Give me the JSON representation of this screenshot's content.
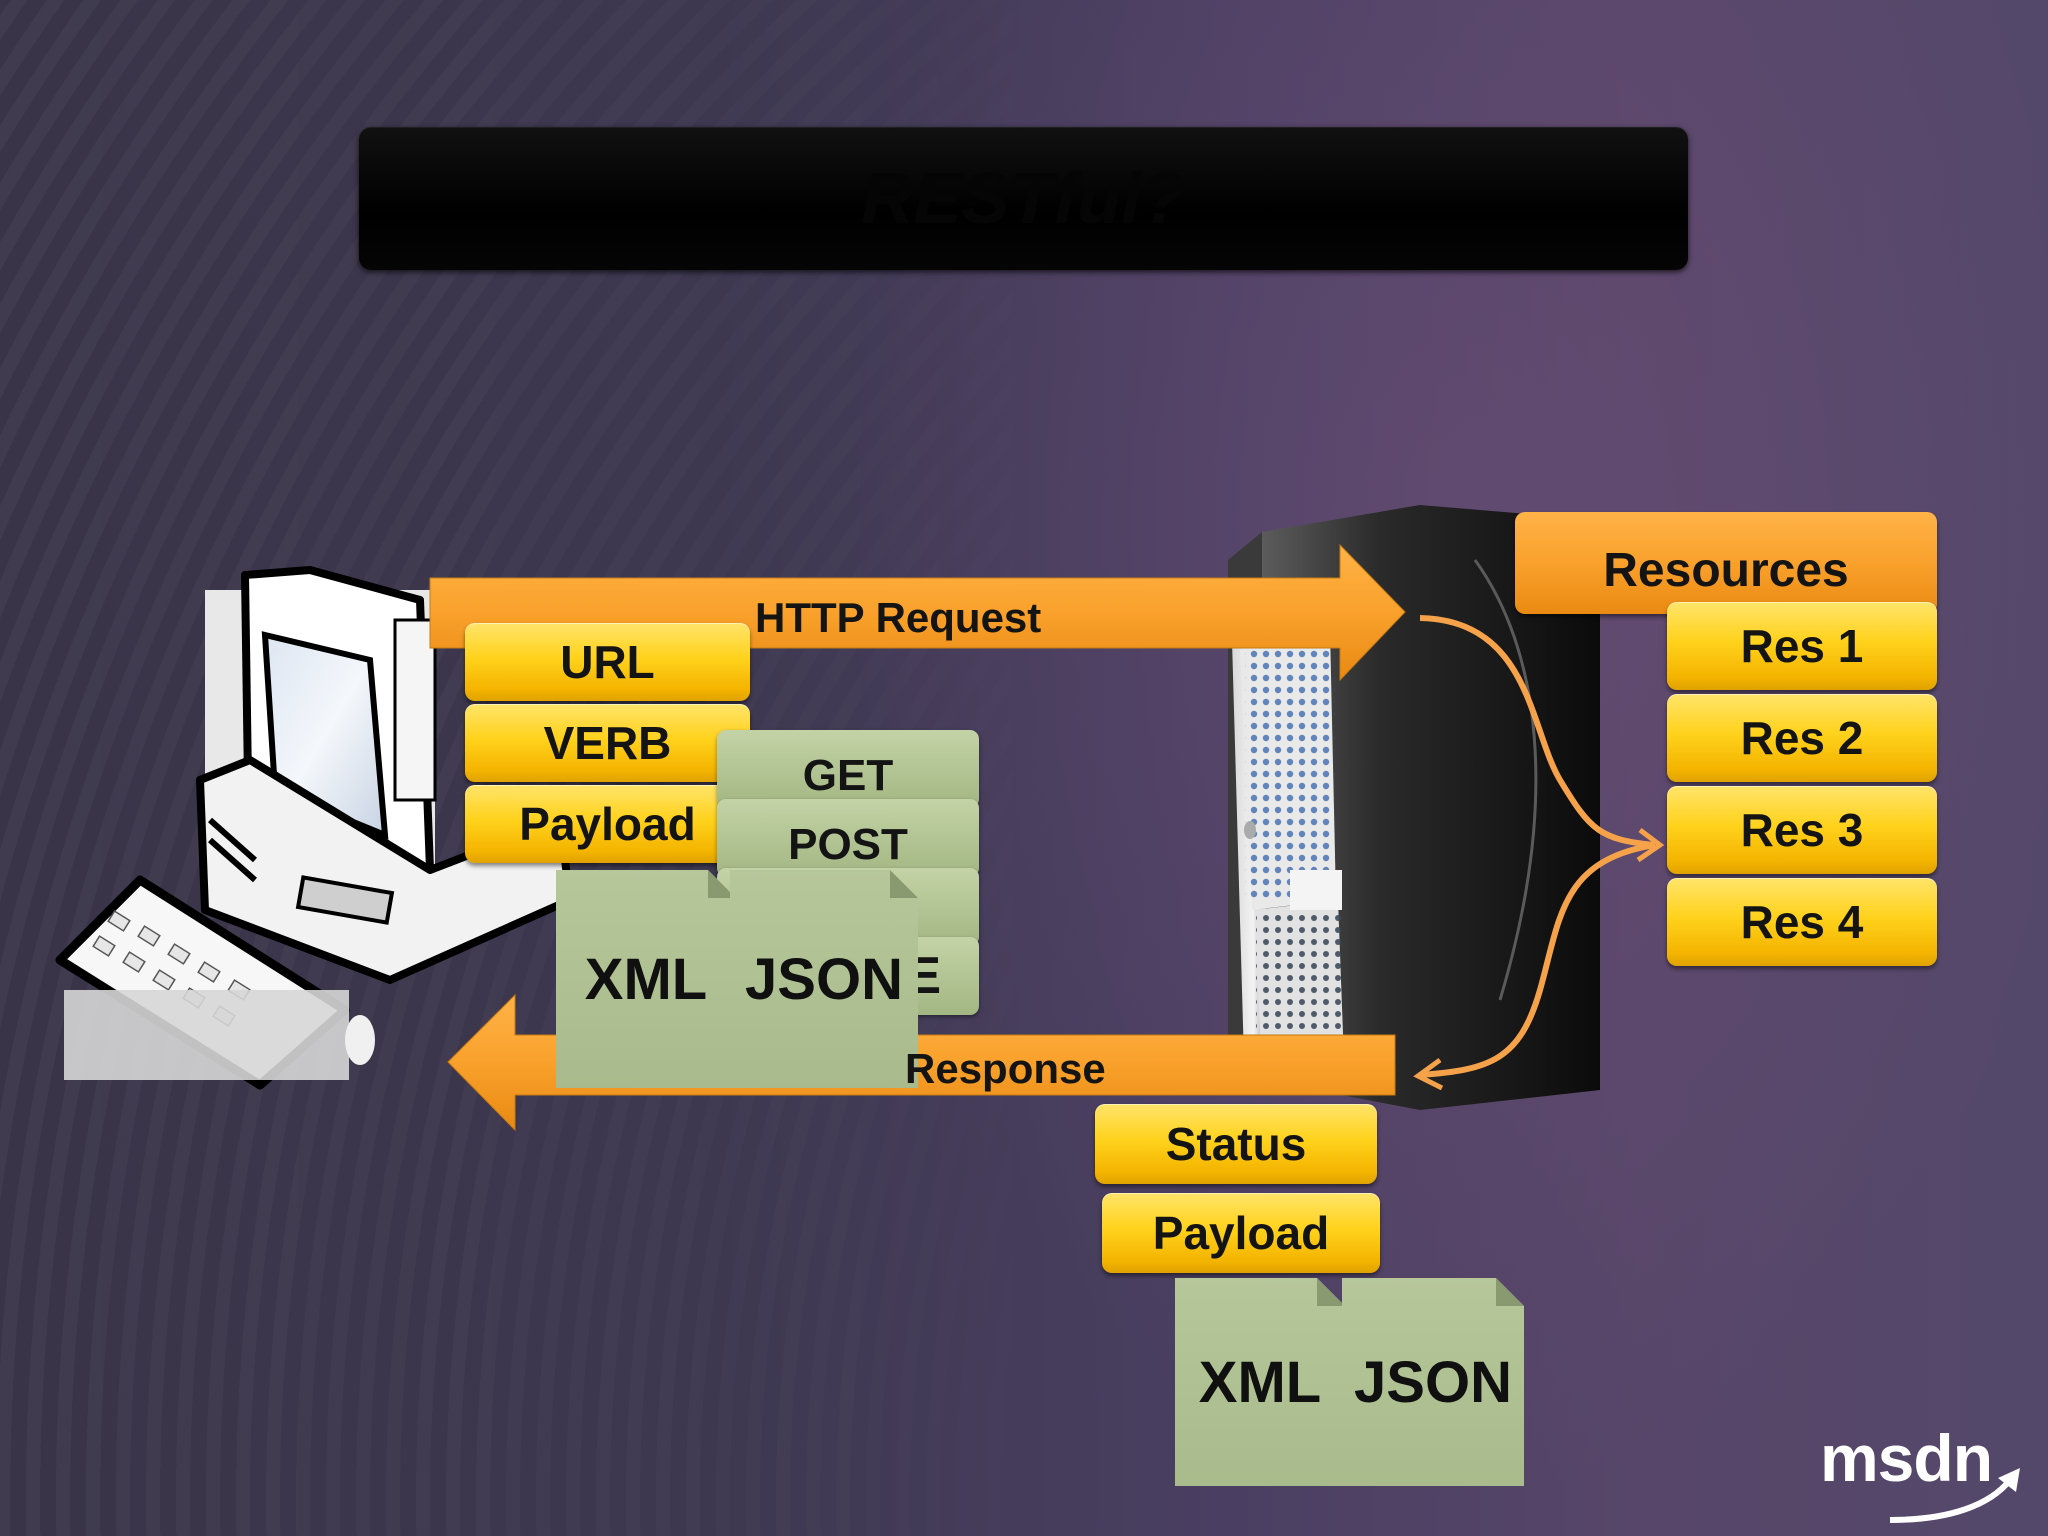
{
  "title": "RESTful?",
  "request": {
    "arrow_label": "HTTP Request",
    "items": [
      "URL",
      "VERB",
      "Payload"
    ],
    "verbs": [
      "GET",
      "POST",
      "",
      "E"
    ],
    "formats": [
      "XML",
      "JSON"
    ]
  },
  "response": {
    "arrow_label": "Response",
    "items": [
      "Status",
      "Payload"
    ],
    "formats": [
      "XML",
      "JSON"
    ]
  },
  "resources": {
    "header": "Resources",
    "items": [
      "Res 1",
      "Res 2",
      "Res 3",
      "Res 4"
    ]
  },
  "logo": "msdn",
  "colors": {
    "yellow": "#ffd21c",
    "orange": "#f9a12c",
    "green": "#b3c594",
    "title_bar": "#000000"
  }
}
